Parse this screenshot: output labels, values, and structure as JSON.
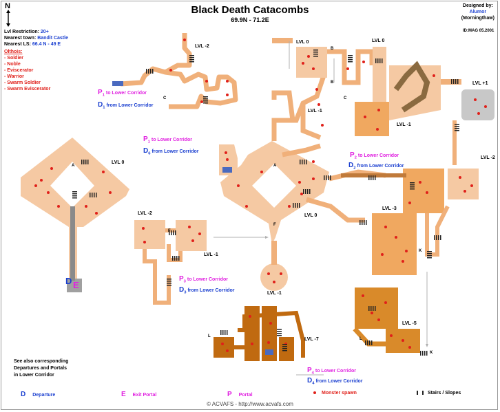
{
  "header": {
    "title": "Black Death Catacombs",
    "coords": "69.9N - 71.2E",
    "designed_by_label": "Designed by:",
    "designer": "Alumor",
    "designer_team": "(Morningthaw)",
    "date": "ID:MAG 05.2001"
  },
  "compass": {
    "label": "N"
  },
  "info": {
    "lvl_restriction_label": "Lvl Restriction:",
    "lvl_restriction_value": "20+",
    "nearest_town_label": "Nearest town:",
    "nearest_town_value": "Bandit Castle",
    "nearest_ls_label": "Nearest LS:",
    "nearest_ls_value": "66.4 N - 49 E"
  },
  "monsters": {
    "heading": "Olthois:",
    "list": [
      "- Soldier",
      "- Noble",
      "- Eviscerator",
      "- Warrior",
      "- Swarm Soldier",
      "- Swarm Eviscerator"
    ]
  },
  "levels": {
    "lvl0_left": "LVL 0",
    "lvl_m2_top": "LVL -2",
    "lvl0_topmid": "LVL 0",
    "lvl0_topright": "LVL 0",
    "lvl_p1": "LVL +1",
    "lvl_m1_a": "LVL -1",
    "lvl_m1_b": "LVL -1",
    "lvl_m2_right": "LVL -2",
    "lvl0_center": "LVL 0",
    "lvl_m3": "LVL -3",
    "lvl_m2_mid": "LVL -2",
    "lvl_m1_mid": "LVL -1",
    "lvl_m1_small": "LVL -1",
    "lvl_m5": "LVL -5",
    "lvl_m7": "LVL -7"
  },
  "portals": {
    "p1a": "P",
    "p1a_sub": "1",
    "p1a_text": "to Lower Corridor",
    "d1a": "D",
    "d1a_sub": "1",
    "d1a_text": "from Lower Corridor",
    "p1b": "P",
    "p1b_sub": "1",
    "p1b_text": "to Lower Corridor",
    "d6": "D",
    "d6_sub": "6",
    "d6_text": "from Lower Corridor",
    "p2": "P",
    "p2_sub": "2",
    "p2_text": "to Lower Corridor",
    "d2": "D",
    "d2_sub": "2",
    "d2_text": "from Lower Corridor",
    "p3": "P",
    "p3_sub": "3",
    "p3_text": "to Lower Corridor",
    "d3": "D",
    "d3_sub": "3",
    "d3_text": "from Lower Corridor",
    "p4": "P",
    "p4_sub": "4",
    "p4_text": "to Lower Corridor",
    "d4": "D",
    "d4_sub": "4",
    "d4_text": "from Lower Corridor"
  },
  "markers": {
    "A1": "A",
    "A2": "A",
    "B1": "B",
    "B2": "B",
    "C1": "C",
    "C2": "C",
    "F1": "F",
    "F2": "F",
    "K1": "K",
    "K2": "K",
    "L1": "L",
    "L2": "L",
    "D_entry": "D",
    "E_entry": "E"
  },
  "note": [
    "See also corresponding",
    "Departures and Portals",
    "in Lower Corridor"
  ],
  "legend": {
    "departure_key": "D",
    "departure": "Departure",
    "exit_key": "E",
    "exit": "Exit Portal",
    "portal_key": "P",
    "portal": "Portal",
    "spawn": "Monster spawn",
    "stairs": "Stairs / Slopes"
  },
  "footer": "© ACVAFS - http://www.acvafs.com",
  "colors": {
    "room_light": "#f5c9a3",
    "room_mid": "#f0a860",
    "room_dark": "#d98a2a",
    "room_darkest": "#c06a10",
    "grey_room": "#c8c8c8",
    "spawn": "#e0201a",
    "stairs": "#222222"
  }
}
